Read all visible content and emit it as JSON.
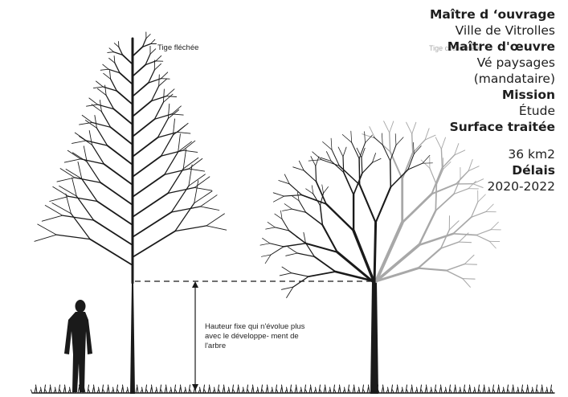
{
  "diagram": {
    "label_tige_flechee": "Tige fléchée",
    "label_tige_couronnee": "Tige couronnée",
    "label_height": "Hauteur fixe qui n'évolue plus avec le développe- ment de l'arbre"
  },
  "info": {
    "maitre_ouvrage_label": "Maître d ‘ouvrage",
    "maitre_ouvrage_value": "Ville de Vitrolles",
    "maitre_oeuvre_label": "Maître d'œuvre",
    "maitre_oeuvre_value_1": "Vé paysages",
    "maitre_oeuvre_value_2": "(mandataire)",
    "mission_label": "Mission",
    "mission_value": "Étude",
    "surface_label": "Surface traitée",
    "surface_value": "36 km2",
    "delais_label": "Délais",
    "delais_value": "2020-2022"
  },
  "colors": {
    "ink": "#1a1a1a",
    "grey_tree": "#a8a8a8"
  }
}
